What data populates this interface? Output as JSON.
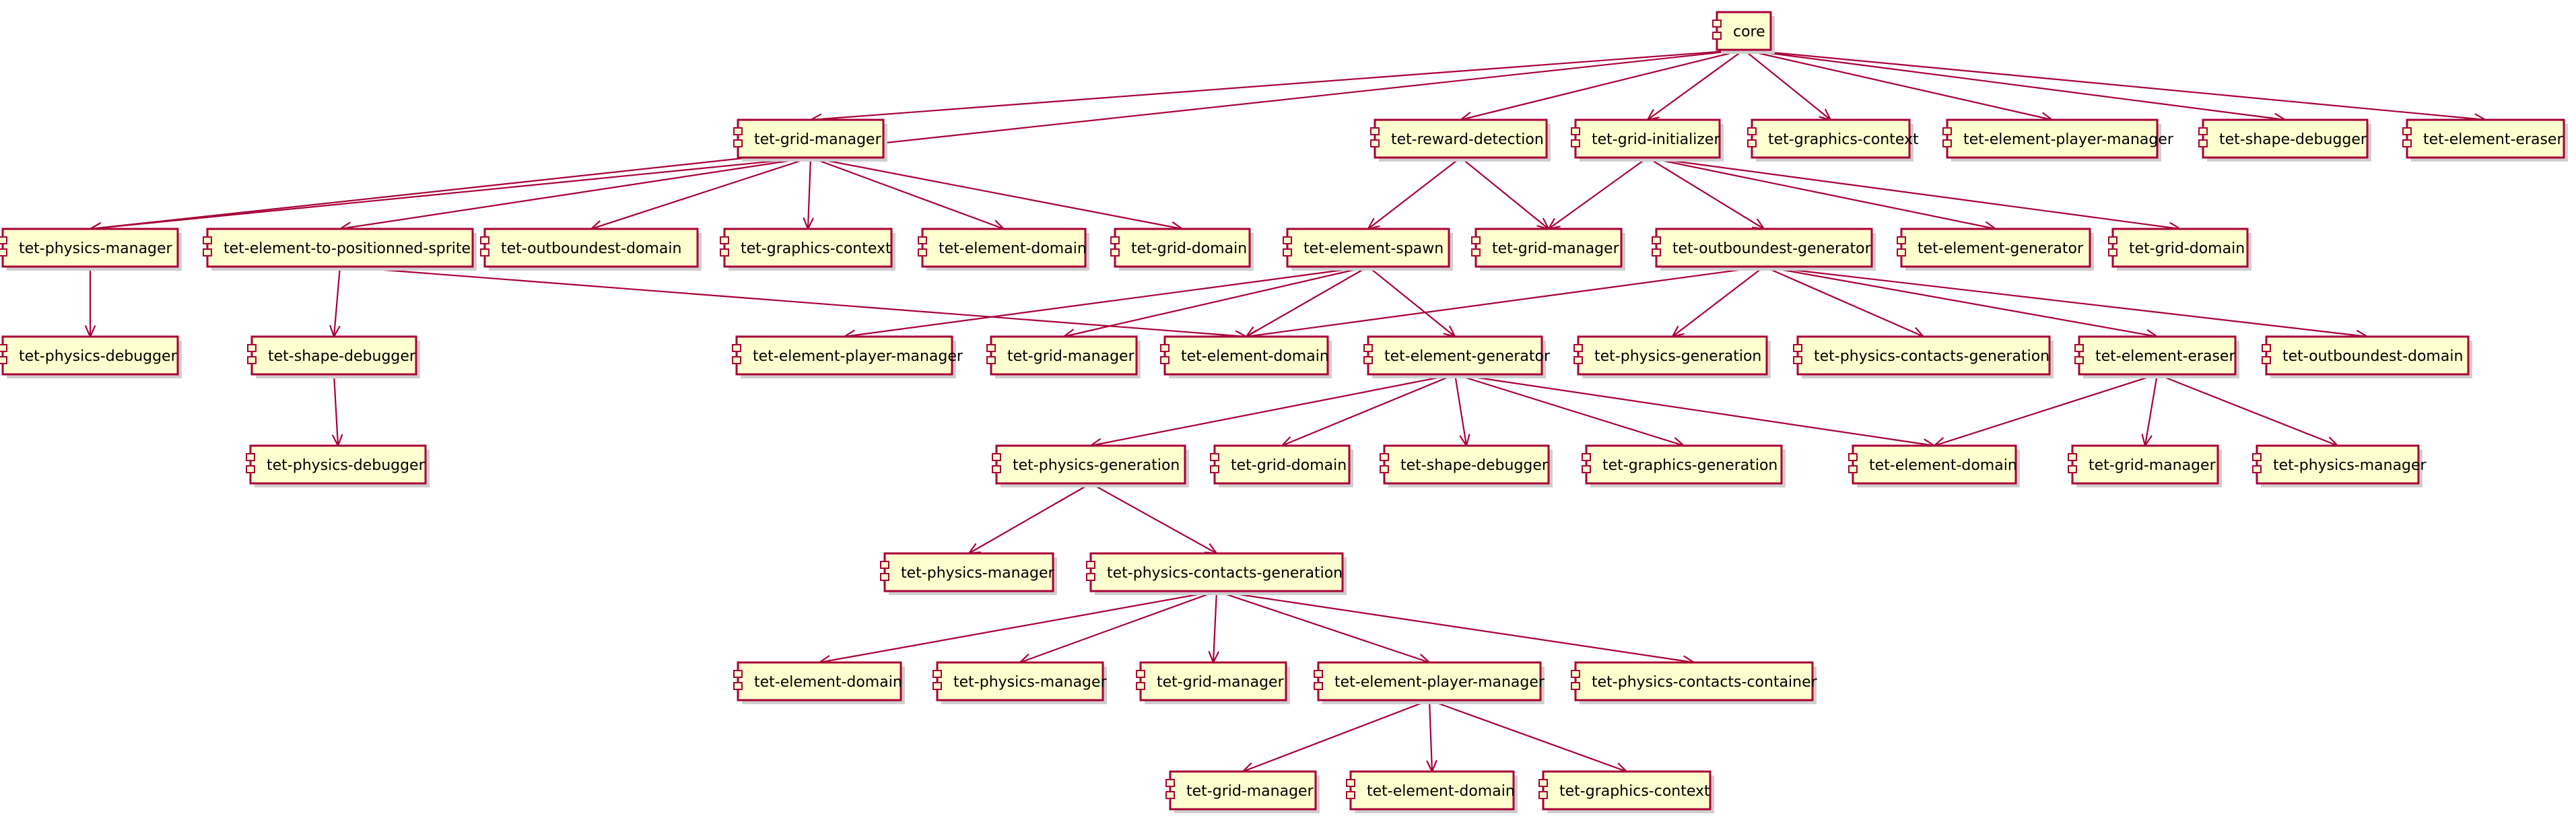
{
  "colors": {
    "node_fill": "#FEFECE",
    "node_border": "#A80036",
    "edge": "#A80036",
    "text": "#000000",
    "background": "#FFFFFF"
  },
  "nodes": [
    {
      "id": "core",
      "label": "core"
    },
    {
      "id": "gm1",
      "label": "tet-grid-manager"
    },
    {
      "id": "rd1",
      "label": "tet-reward-detection"
    },
    {
      "id": "gi1",
      "label": "tet-grid-initializer"
    },
    {
      "id": "gc1",
      "label": "tet-graphics-context"
    },
    {
      "id": "epm1",
      "label": "tet-element-player-manager"
    },
    {
      "id": "sd1",
      "label": "tet-shape-debugger"
    },
    {
      "id": "ee1",
      "label": "tet-element-eraser"
    },
    {
      "id": "pm1",
      "label": "tet-physics-manager"
    },
    {
      "id": "etps",
      "label": "tet-element-to-positionned-sprite"
    },
    {
      "id": "od1",
      "label": "tet-outboundest-domain"
    },
    {
      "id": "gc2",
      "label": "tet-graphics-context"
    },
    {
      "id": "ed1",
      "label": "tet-element-domain"
    },
    {
      "id": "gd1",
      "label": "tet-grid-domain"
    },
    {
      "id": "es1",
      "label": "tet-element-spawn"
    },
    {
      "id": "gm2",
      "label": "tet-grid-manager"
    },
    {
      "id": "og1",
      "label": "tet-outboundest-generator"
    },
    {
      "id": "eg1",
      "label": "tet-element-generator"
    },
    {
      "id": "gd2",
      "label": "tet-grid-domain"
    },
    {
      "id": "pd1",
      "label": "tet-physics-debugger"
    },
    {
      "id": "sd2",
      "label": "tet-shape-debugger"
    },
    {
      "id": "epm2",
      "label": "tet-element-player-manager"
    },
    {
      "id": "gm3",
      "label": "tet-grid-manager"
    },
    {
      "id": "ed2",
      "label": "tet-element-domain"
    },
    {
      "id": "eg2",
      "label": "tet-element-generator"
    },
    {
      "id": "pg1",
      "label": "tet-physics-generation"
    },
    {
      "id": "pcg1",
      "label": "tet-physics-contacts-generation"
    },
    {
      "id": "ee2",
      "label": "tet-element-eraser"
    },
    {
      "id": "od2",
      "label": "tet-outboundest-domain"
    },
    {
      "id": "pd2",
      "label": "tet-physics-debugger"
    },
    {
      "id": "pg2",
      "label": "tet-physics-generation"
    },
    {
      "id": "gd3",
      "label": "tet-grid-domain"
    },
    {
      "id": "sd3",
      "label": "tet-shape-debugger"
    },
    {
      "id": "gg1",
      "label": "tet-graphics-generation"
    },
    {
      "id": "ed3",
      "label": "tet-element-domain"
    },
    {
      "id": "gm4",
      "label": "tet-grid-manager"
    },
    {
      "id": "pm2",
      "label": "tet-physics-manager"
    },
    {
      "id": "pm3",
      "label": "tet-physics-manager"
    },
    {
      "id": "pcg2",
      "label": "tet-physics-contacts-generation"
    },
    {
      "id": "ed4",
      "label": "tet-element-domain"
    },
    {
      "id": "pm4",
      "label": "tet-physics-manager"
    },
    {
      "id": "gm5",
      "label": "tet-grid-manager"
    },
    {
      "id": "epm3",
      "label": "tet-element-player-manager"
    },
    {
      "id": "pcc1",
      "label": "tet-physics-contacts-container"
    },
    {
      "id": "gm6",
      "label": "tet-grid-manager"
    },
    {
      "id": "ed5",
      "label": "tet-element-domain"
    },
    {
      "id": "gc3",
      "label": "tet-graphics-context"
    }
  ],
  "edges": [
    [
      "core",
      "gm1"
    ],
    [
      "core",
      "rd1"
    ],
    [
      "core",
      "gi1"
    ],
    [
      "core",
      "gc1"
    ],
    [
      "core",
      "epm1"
    ],
    [
      "core",
      "sd1"
    ],
    [
      "core",
      "ee1"
    ],
    [
      "core",
      "pm1"
    ],
    [
      "gm1",
      "pm1"
    ],
    [
      "gm1",
      "etps"
    ],
    [
      "gm1",
      "od1"
    ],
    [
      "gm1",
      "gc2"
    ],
    [
      "gm1",
      "ed1"
    ],
    [
      "gm1",
      "gd1"
    ],
    [
      "rd1",
      "es1"
    ],
    [
      "rd1",
      "gm2"
    ],
    [
      "gi1",
      "gm2"
    ],
    [
      "gi1",
      "og1"
    ],
    [
      "gi1",
      "eg1"
    ],
    [
      "gi1",
      "gd2"
    ],
    [
      "pm1",
      "pd1"
    ],
    [
      "etps",
      "sd2"
    ],
    [
      "etps",
      "ed2"
    ],
    [
      "sd2",
      "pd2"
    ],
    [
      "es1",
      "epm2"
    ],
    [
      "es1",
      "gm3"
    ],
    [
      "es1",
      "ed2"
    ],
    [
      "es1",
      "eg2"
    ],
    [
      "og1",
      "ed2"
    ],
    [
      "og1",
      "pg1"
    ],
    [
      "og1",
      "pcg1"
    ],
    [
      "og1",
      "ee2"
    ],
    [
      "og1",
      "od2"
    ],
    [
      "eg2",
      "pg2"
    ],
    [
      "eg2",
      "gd3"
    ],
    [
      "eg2",
      "sd3"
    ],
    [
      "eg2",
      "gg1"
    ],
    [
      "eg2",
      "ed3"
    ],
    [
      "ee2",
      "ed3"
    ],
    [
      "ee2",
      "gm4"
    ],
    [
      "ee2",
      "pm2"
    ],
    [
      "pg2",
      "pm3"
    ],
    [
      "pg2",
      "pcg2"
    ],
    [
      "pcg2",
      "ed4"
    ],
    [
      "pcg2",
      "pm4"
    ],
    [
      "pcg2",
      "gm5"
    ],
    [
      "pcg2",
      "epm3"
    ],
    [
      "pcg2",
      "pcc1"
    ],
    [
      "epm3",
      "gm6"
    ],
    [
      "epm3",
      "ed5"
    ],
    [
      "epm3",
      "gc3"
    ]
  ]
}
